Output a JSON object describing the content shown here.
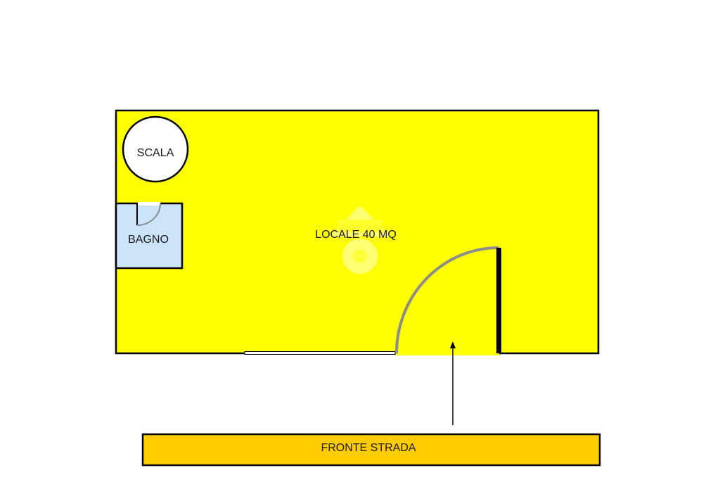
{
  "plan": {
    "room_label": "LOCALE 40 MQ",
    "stair_label": "SCALA",
    "bathroom_label": "BAGNO",
    "street_label": "FRONTE STRADA"
  },
  "colors": {
    "room_fill": "#ffff00",
    "bathroom_fill": "#cce4f7",
    "street_fill": "#ffcc00",
    "wall": "#000000",
    "door_arc": "#8c8c8c",
    "watermark": "#ffffff"
  },
  "icons": {
    "watermark": "house-location-watermark-icon",
    "entrance_arrow": "arrow-up-icon"
  }
}
